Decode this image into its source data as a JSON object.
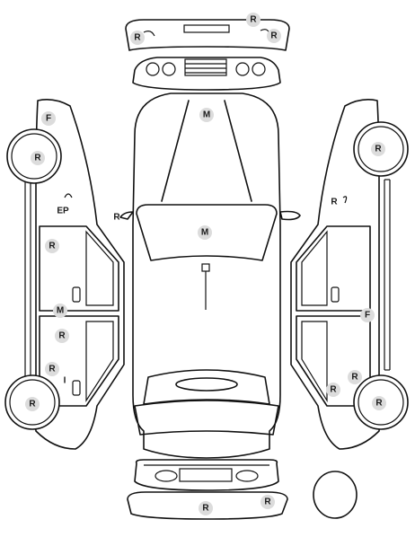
{
  "colors": {
    "line": "#111111",
    "marker": "#dcdcdc",
    "background": "#ffffff"
  },
  "markers": [
    {
      "id": "m-front-bumper-r1",
      "label": "R"
    },
    {
      "id": "m-front-bumper-r2",
      "label": "R"
    },
    {
      "id": "m-front-bumper-r3",
      "label": "R"
    },
    {
      "id": "m-hood",
      "label": "M"
    },
    {
      "id": "m-roof",
      "label": "M"
    },
    {
      "id": "m-left-fender",
      "label": "F"
    },
    {
      "id": "m-left-front-wheel",
      "label": "R"
    },
    {
      "id": "m-left-front-door",
      "label": "R"
    },
    {
      "id": "m-left-sill",
      "label": "M"
    },
    {
      "id": "m-left-rear-door",
      "label": "R"
    },
    {
      "id": "m-left-rear-r",
      "label": "R"
    },
    {
      "id": "m-left-rear-wheel",
      "label": "R"
    },
    {
      "id": "m-right-front-wheel",
      "label": "R"
    },
    {
      "id": "m-right-door-f",
      "label": "F"
    },
    {
      "id": "m-right-rear-r",
      "label": "R"
    },
    {
      "id": "m-right-rear-r2",
      "label": "R"
    },
    {
      "id": "m-right-rear-wheel",
      "label": "R"
    },
    {
      "id": "m-rear-bumper-r1",
      "label": "R"
    },
    {
      "id": "m-rear-bumper-r2",
      "label": "R"
    }
  ],
  "texts": {
    "ep": "EP",
    "mirror_left_r": "R",
    "right_mirror_r": "R",
    "right_small_r": "R",
    "left_i": "I"
  }
}
